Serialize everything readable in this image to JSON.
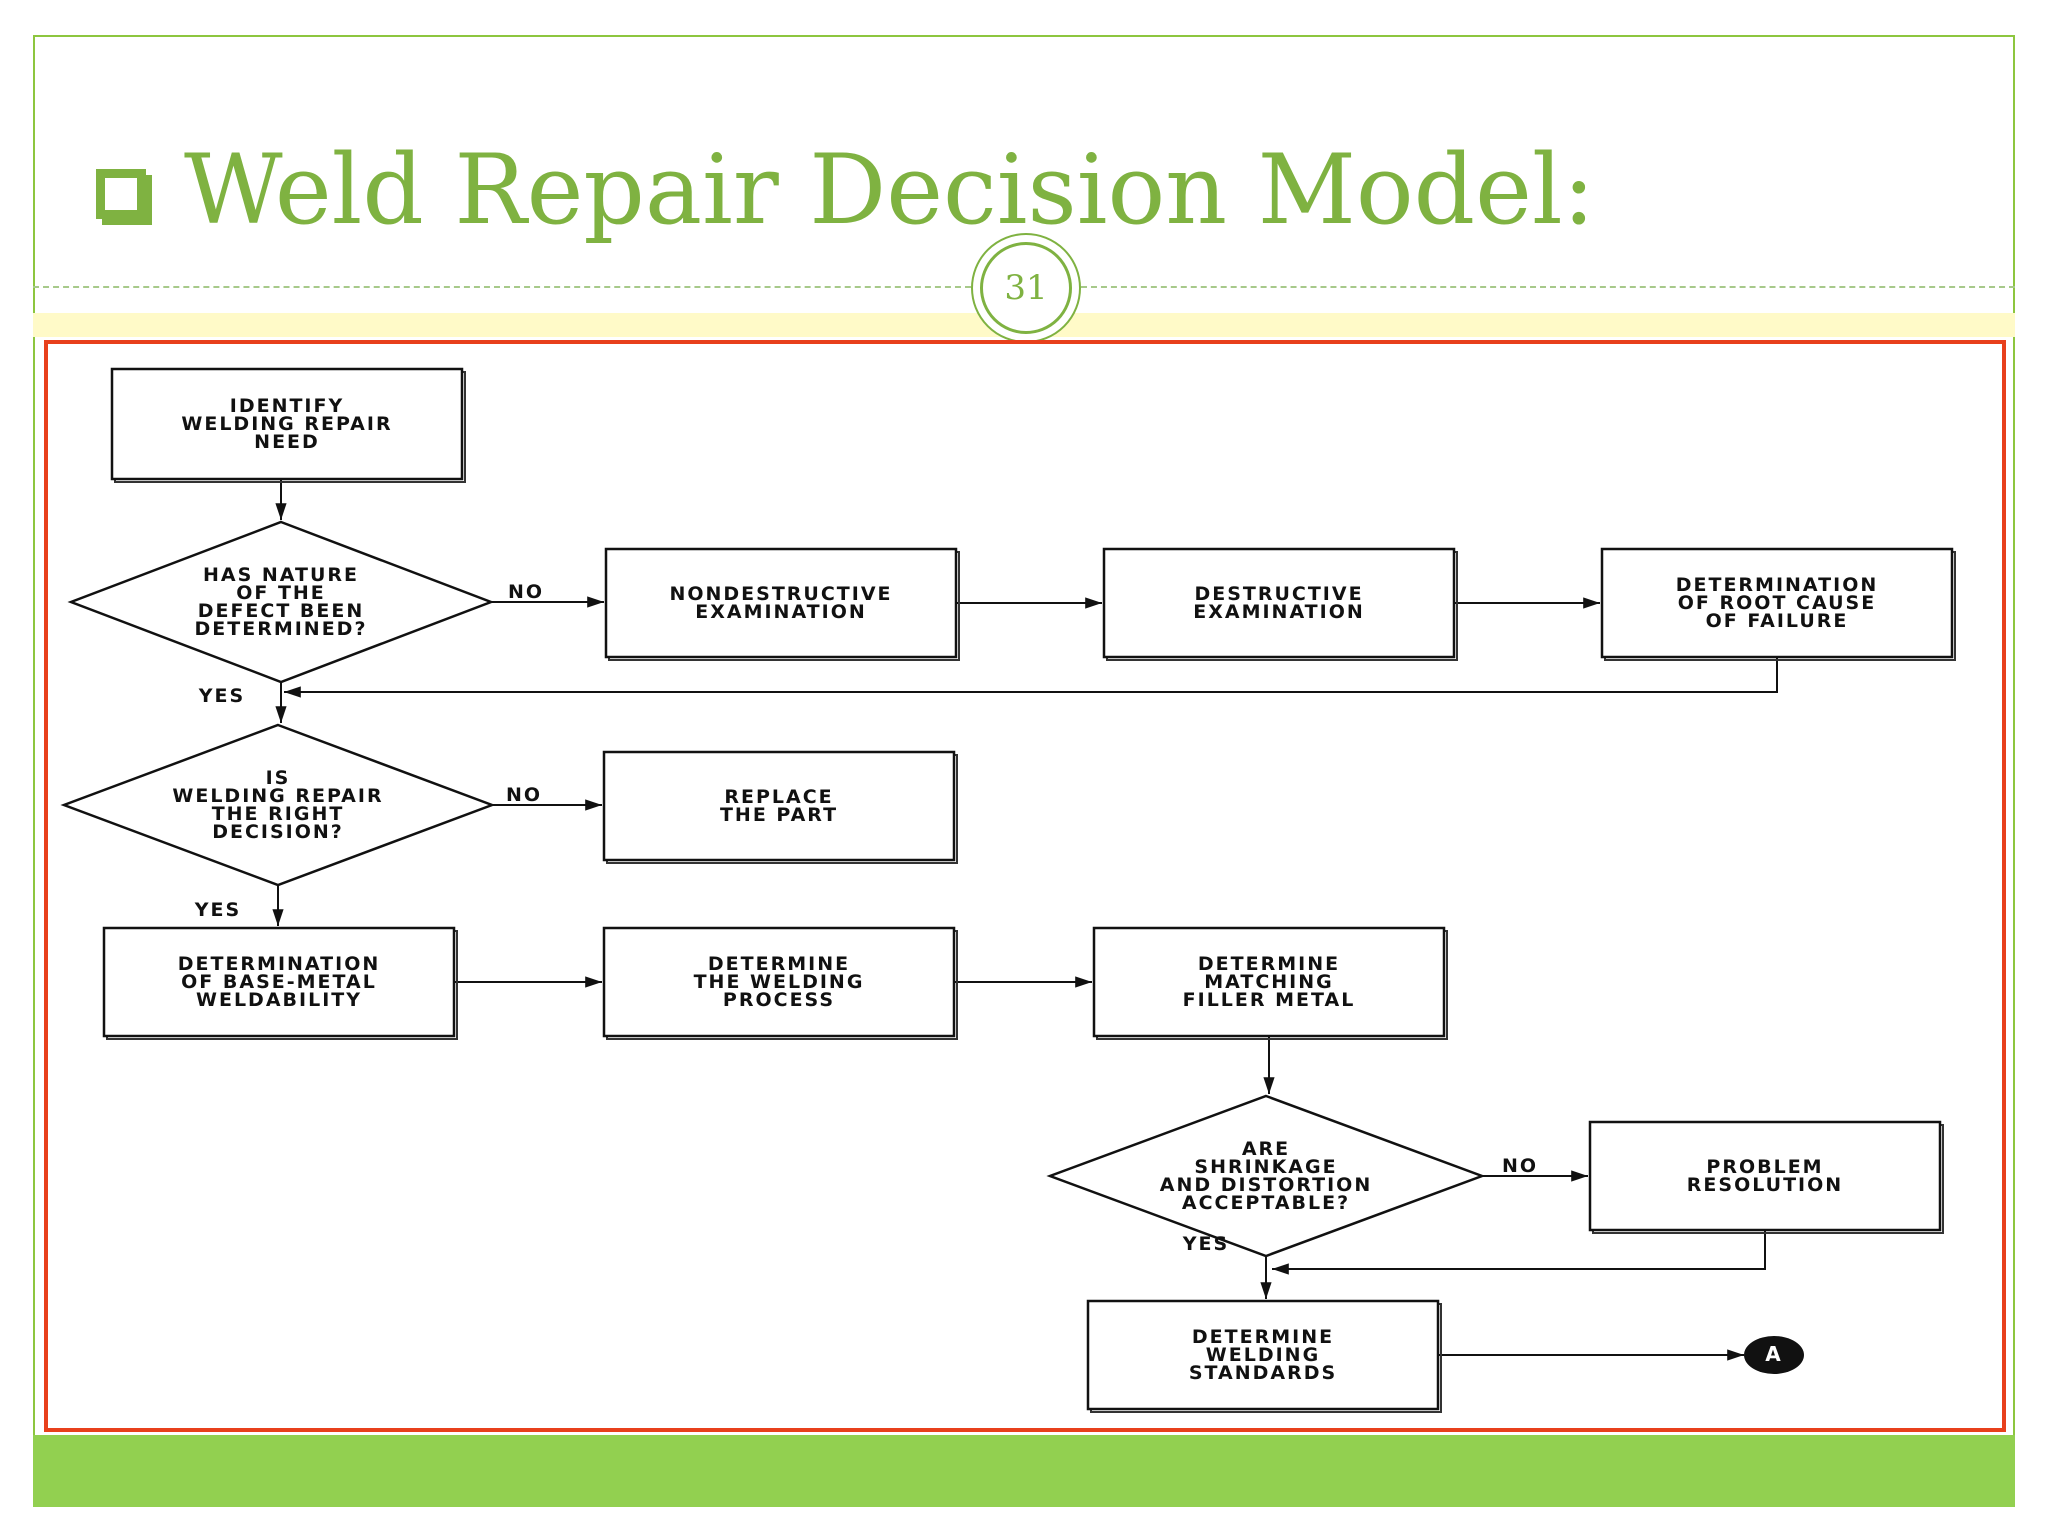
{
  "slide": {
    "title": "Weld Repair Decision Model:",
    "page_number": "31"
  },
  "colors": {
    "accent_green": "#7fb241",
    "frame_red": "#e8401c",
    "bar_green": "#92d050"
  },
  "flowchart": {
    "nodes": {
      "identify": [
        "IDENTIFY",
        "WELDING REPAIR",
        "NEED"
      ],
      "q_nature": [
        "HAS NATURE",
        "OF THE",
        "DEFECT BEEN",
        "DETERMINED?"
      ],
      "nondestructive": [
        "NONDESTRUCTIVE",
        "EXAMINATION"
      ],
      "destructive": [
        "DESTRUCTIVE",
        "EXAMINATION"
      ],
      "root_cause": [
        "DETERMINATION",
        "OF ROOT CAUSE",
        "OF FAILURE"
      ],
      "q_right_decision": [
        "IS",
        "WELDING REPAIR",
        "THE RIGHT",
        "DECISION?"
      ],
      "replace": [
        "REPLACE",
        "THE PART"
      ],
      "base_metal": [
        "DETERMINATION",
        "OF BASE-METAL",
        "WELDABILITY"
      ],
      "welding_process": [
        "DETERMINE",
        "THE WELDING",
        "PROCESS"
      ],
      "filler_metal": [
        "DETERMINE",
        "MATCHING",
        "FILLER METAL"
      ],
      "q_shrinkage": [
        "ARE",
        "SHRINKAGE",
        "AND DISTORTION",
        "ACCEPTABLE?"
      ],
      "problem_resolution": [
        "PROBLEM",
        "RESOLUTION"
      ],
      "welding_standards": [
        "DETERMINE",
        "WELDING",
        "STANDARDS"
      ],
      "connector": [
        "A"
      ]
    },
    "edge_labels": {
      "no_1": "NO",
      "yes_1": "YES",
      "no_2": "NO",
      "yes_2": "YES",
      "no_3": "NO",
      "yes_3": "YES"
    }
  }
}
